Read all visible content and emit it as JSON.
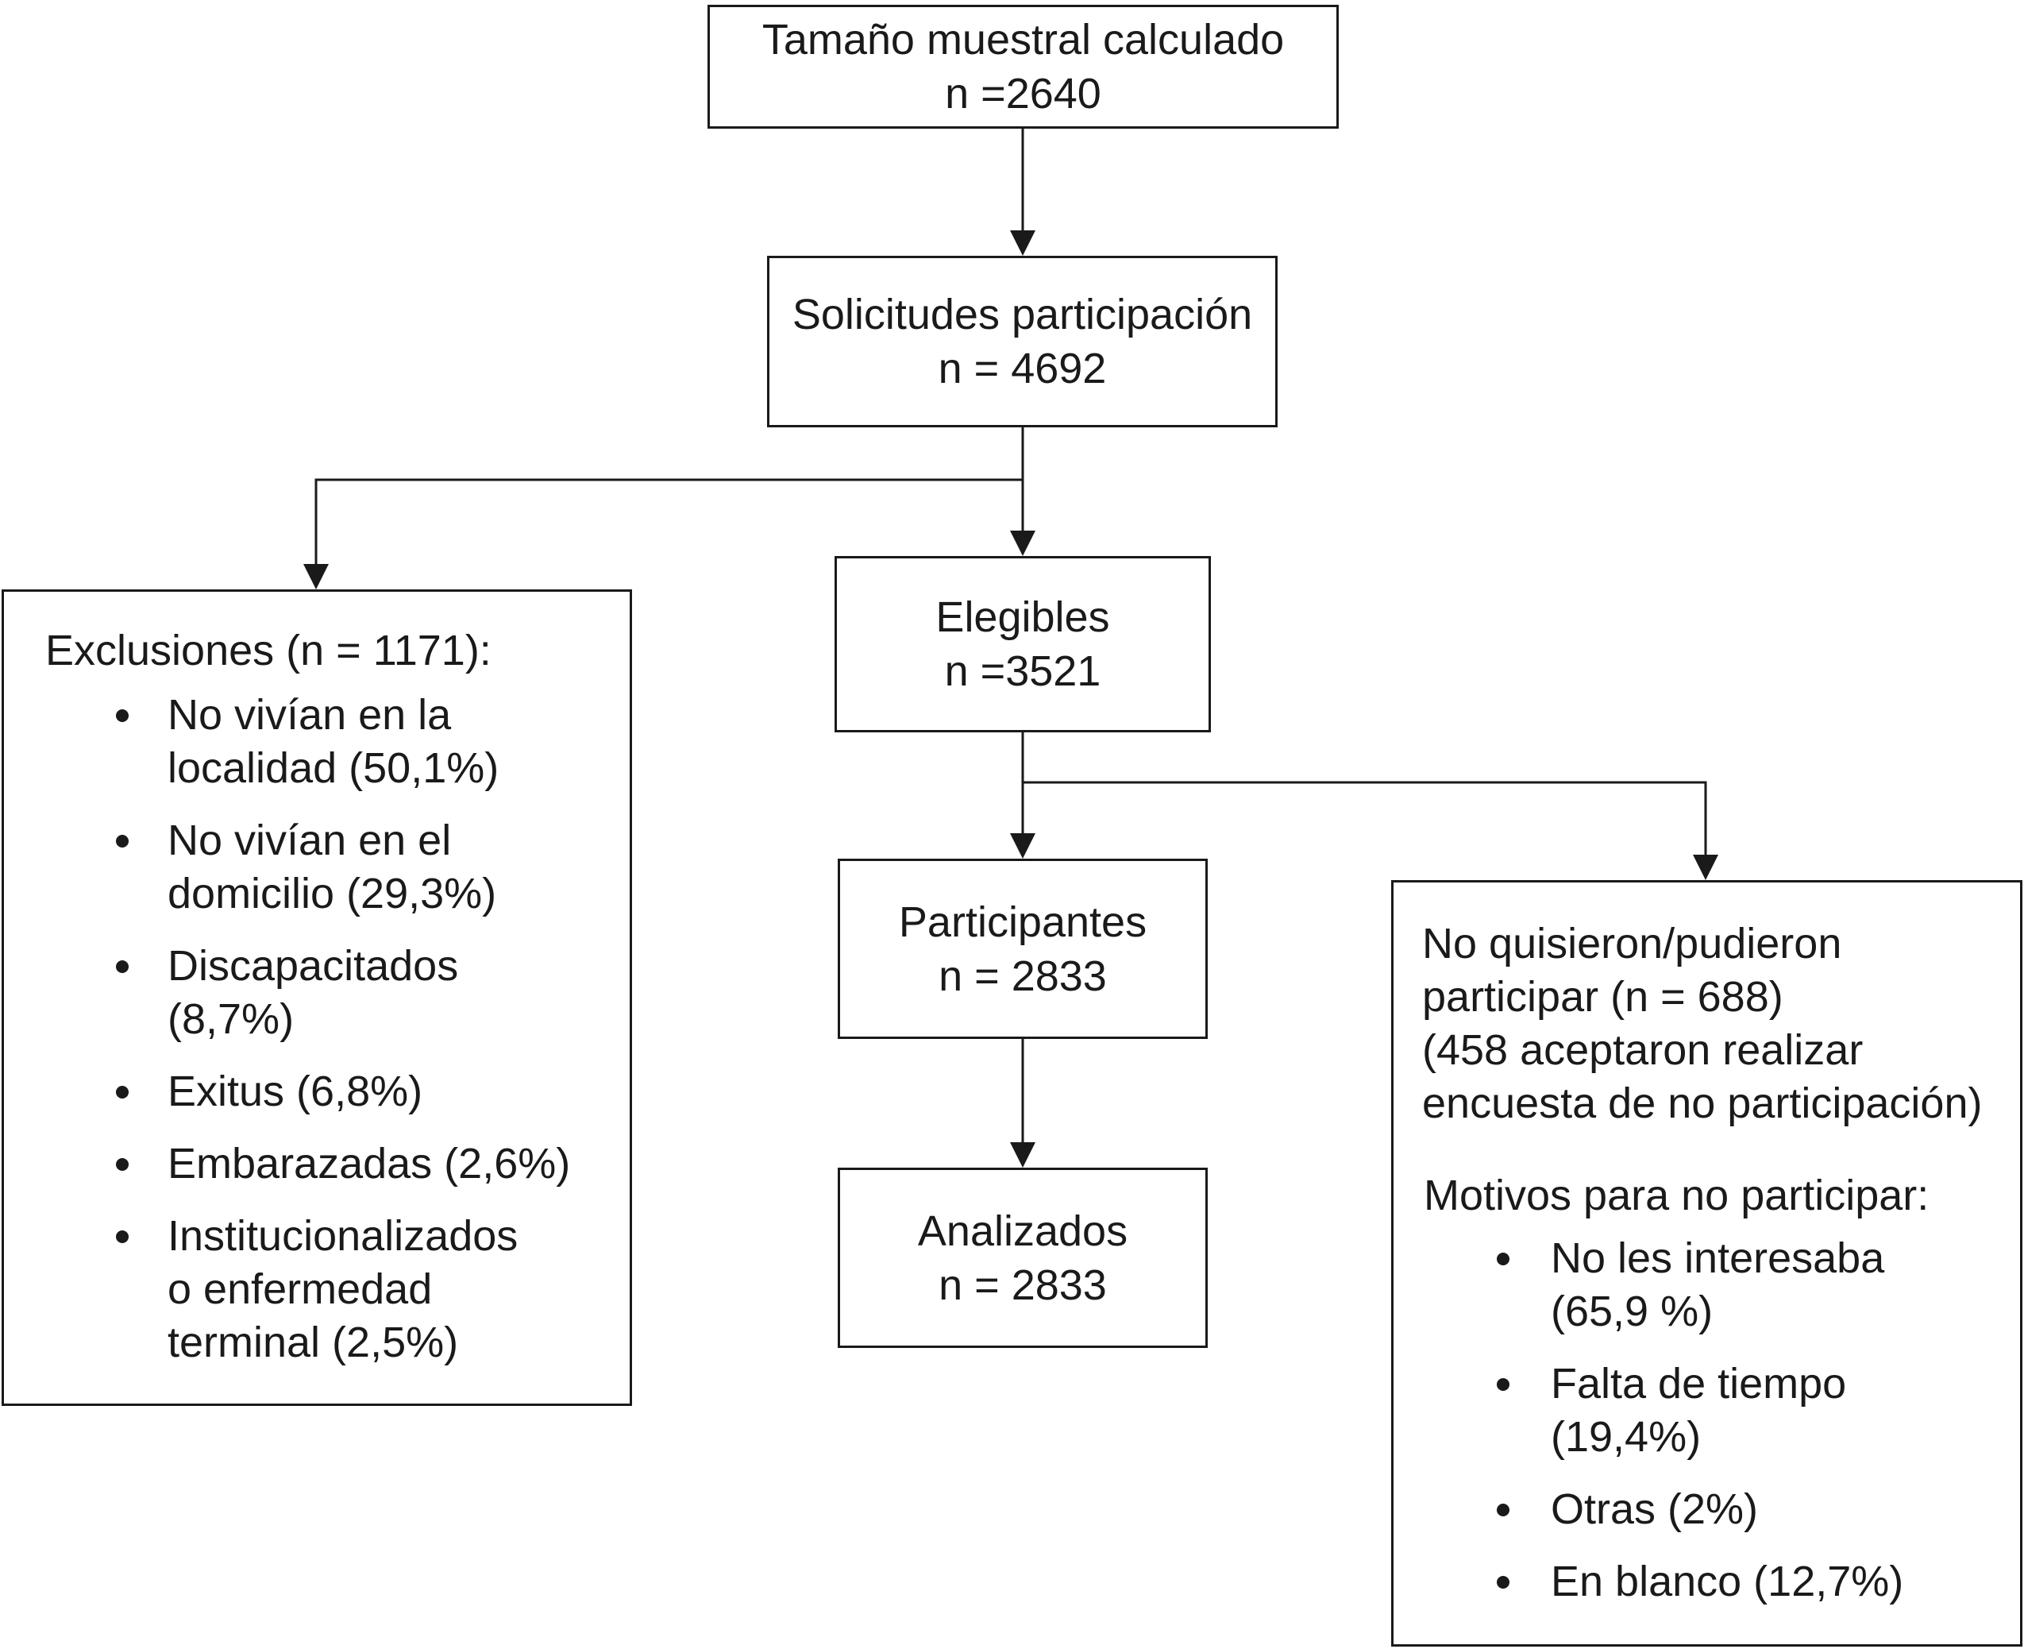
{
  "flowchart": {
    "sample_size": {
      "label": "Tamaño muestral calculado",
      "n": "n =2640"
    },
    "requests": {
      "label": "Solicitudes participación",
      "n": "n = 4692"
    },
    "eligible": {
      "label": "Elegibles",
      "n": "n =3521"
    },
    "participants": {
      "label": "Participantes",
      "n": "n = 2833"
    },
    "analyzed": {
      "label": "Analizados",
      "n": "n = 2833"
    },
    "exclusions": {
      "title": "Exclusiones (n = 1171):",
      "items": [
        "No vivían en la\nlocalidad (50,1%)",
        "No vivían en el\ndomicilio (29,3%)",
        "Discapacitados\n(8,7%)",
        "Exitus (6,8%)",
        "Embarazadas (2,6%)",
        "Institucionalizados\no enfermedad\nterminal  (2,5%)"
      ]
    },
    "non_participants": {
      "text": "No quisieron/pudieron\nparticipar (n = 688)\n(458 aceptaron realizar\nencuesta de no participación)",
      "reasons_title": "Motivos para no participar:",
      "reasons": [
        "No les interesaba\n(65,9 %)",
        "Falta de tiempo\n(19,4%)",
        "Otras (2%)",
        "En blanco (12,7%)"
      ]
    }
  }
}
